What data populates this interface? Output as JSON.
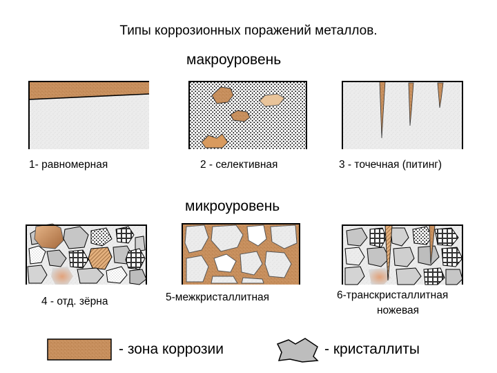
{
  "title": "Типы коррозионных поражений металлов.",
  "macro_label": "макроуровень",
  "micro_label": "микроуровень",
  "captions": {
    "uniform": "1- равномерная",
    "selective": "2 - селективная",
    "pitting": "3 - точечная (питинг)",
    "grains": "4 - отд. зёрна",
    "intercrystalline": "5-межкристаллитная",
    "transcrystalline_1": "6-транскристаллитная",
    "transcrystalline_2": "ножевая"
  },
  "legend": {
    "corrosion_zone": "- зона коррозии",
    "crystallites": "- кристаллиты"
  },
  "colors": {
    "corrosion": "#c8905e",
    "metal": "#ececec",
    "outline": "#000000",
    "grain_gray": "#bdbdbd"
  }
}
